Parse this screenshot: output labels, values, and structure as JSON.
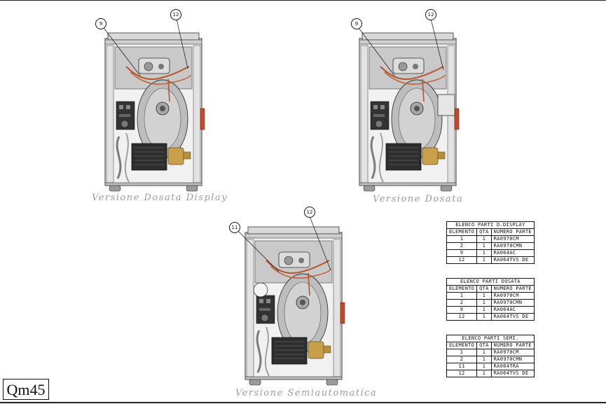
{
  "views": [
    {
      "caption": "Versione  Dosata  Display",
      "balloons": [
        "9",
        "12"
      ]
    },
    {
      "caption": "Versione  Dosata",
      "balloons": [
        "9",
        "12"
      ]
    },
    {
      "caption": "Versione  Semiautomatica",
      "balloons": [
        "11",
        "12"
      ]
    }
  ],
  "tables": [
    {
      "title": "ELENCO PARTI D.DISPLAY",
      "headers": [
        "ELEMENTO",
        "QTÀ",
        "NUMERO PARTE"
      ],
      "rows": [
        [
          "1",
          "1",
          "RA0970CM"
        ],
        [
          "2",
          "1",
          "RA0970CMN"
        ],
        [
          "9",
          "1",
          "RA064AC"
        ],
        [
          "12",
          "1",
          "RA064TVS DE"
        ]
      ]
    },
    {
      "title": "ELENCO PARTI DOSATA",
      "headers": [
        "ELEMENTO",
        "QTÀ",
        "NUMERO PARTE"
      ],
      "rows": [
        [
          "1",
          "1",
          "RA0970CM"
        ],
        [
          "2",
          "1",
          "RA0970CMN"
        ],
        [
          "9",
          "1",
          "RA064AC"
        ],
        [
          "12",
          "1",
          "RA064TVS DE"
        ]
      ]
    },
    {
      "title": "ELENCO PARTI SEMI.",
      "headers": [
        "ELEMENTO",
        "QTÀ",
        "NUMERO PARTE"
      ],
      "rows": [
        [
          "1",
          "1",
          "RA0970CM"
        ],
        [
          "2",
          "1",
          "RA0970CMN"
        ],
        [
          "11",
          "1",
          "RA064TRA"
        ],
        [
          "12",
          "1",
          "RA064TVS DE"
        ]
      ]
    }
  ],
  "sheet_code": "Qm45"
}
